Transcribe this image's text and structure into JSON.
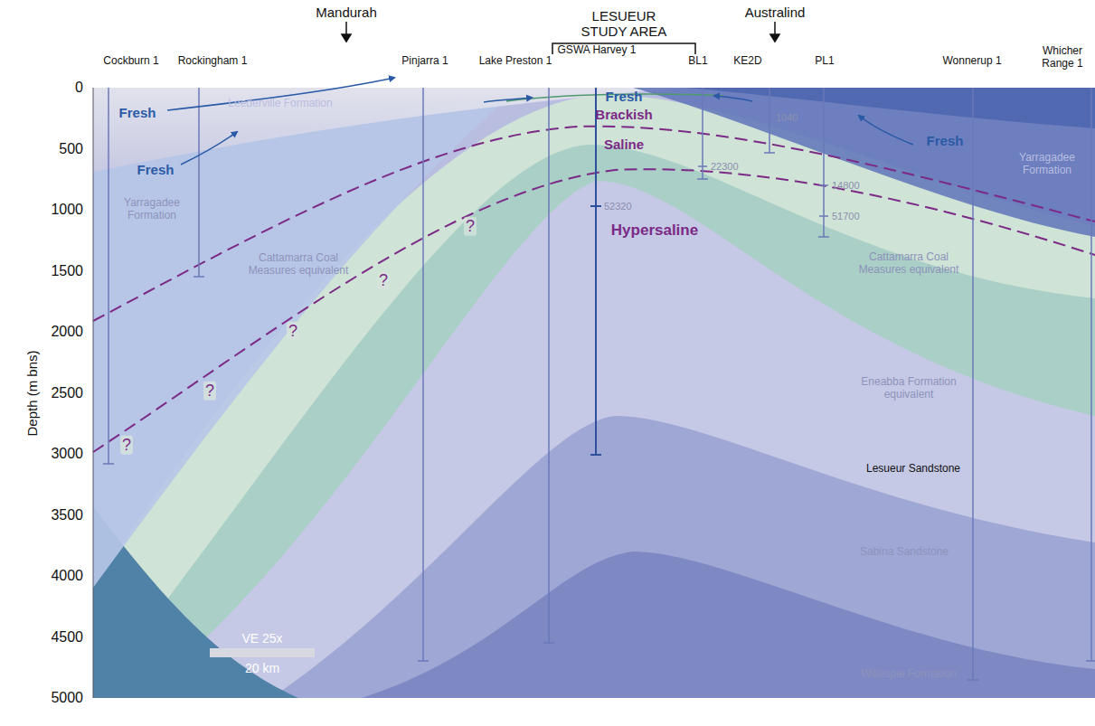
{
  "diagram": {
    "labels": [
      "LESUEUR STUDY AREA",
      "Mandurah",
      "Australind",
      "Cockburn 1",
      "Rockingham 1",
      "Pinjarra 1",
      "Lake Preston 1",
      "GSWA Harvey 1",
      "BL1",
      "KE2D",
      "PL1",
      "Wonnerup 1",
      "Whicher Range 1",
      "0",
      "500",
      "1000",
      "1500",
      "2000",
      "2500",
      "3000",
      "3500",
      "4000",
      "4500",
      "5000",
      "Depth (m bns)",
      "Leederville Formation",
      "Fresh",
      "Fresh",
      "Fresh",
      "Brackish",
      "Fresh",
      "Saline",
      "1040",
      "Yarragadee Formation",
      "Yarragadee Formation",
      "22300",
      "14800",
      "52320",
      "51700",
      "Hypersaline",
      "?",
      "?",
      "?",
      "?",
      "?",
      "Cattamarra Coal Measures equivalent",
      "Cattamarra Coal Measures equivalent",
      "Eneabba Formation equivalent",
      "Lesueur Sandstone",
      "Sabina Sandstone",
      "Willespie Formation",
      "VE 25x",
      "20 km"
    ]
  }
}
